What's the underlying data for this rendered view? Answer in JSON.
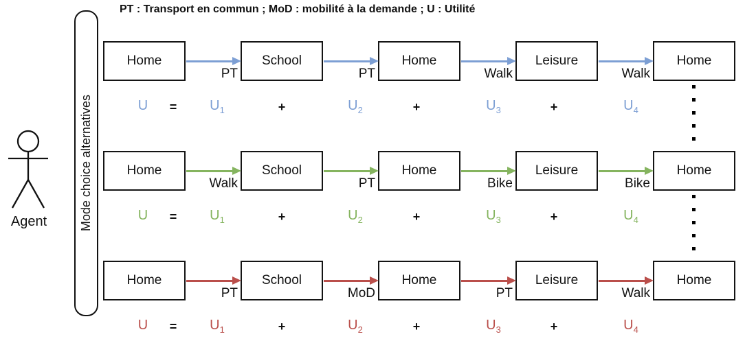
{
  "legend": "PT : Transport en commun ; MoD : mobilité à la demande ; U : Utilité",
  "agent": {
    "label": "Agent"
  },
  "mode_panel": {
    "label": "Mode choice alternatives"
  },
  "colors": {
    "alternative1": "#7d9fd4",
    "alternative2": "#85b45f",
    "alternative3": "#ba4f4b",
    "box_border": "#141414",
    "text": "#111111"
  },
  "alternatives": [
    {
      "activities": [
        "Home",
        "School",
        "Home",
        "Leisure",
        "Home"
      ],
      "modes": [
        "PT",
        "PT",
        "Walk",
        "Walk"
      ],
      "utility": {
        "lhs": "U",
        "equals": "=",
        "plus": "+",
        "terms": [
          {
            "base": "U",
            "sub": "1"
          },
          {
            "base": "U",
            "sub": "2"
          },
          {
            "base": "U",
            "sub": "3"
          },
          {
            "base": "U",
            "sub": "4"
          }
        ]
      }
    },
    {
      "activities": [
        "Home",
        "School",
        "Home",
        "Leisure",
        "Home"
      ],
      "modes": [
        "Walk",
        "PT",
        "Bike",
        "Bike"
      ],
      "utility": {
        "lhs": "U",
        "equals": "=",
        "plus": "+",
        "terms": [
          {
            "base": "U",
            "sub": "1"
          },
          {
            "base": "U",
            "sub": "2"
          },
          {
            "base": "U",
            "sub": "3"
          },
          {
            "base": "U",
            "sub": "4"
          }
        ]
      }
    },
    {
      "activities": [
        "Home",
        "School",
        "Home",
        "Leisure",
        "Home"
      ],
      "modes": [
        "PT",
        "MoD",
        "PT",
        "Walk"
      ],
      "utility": {
        "lhs": "U",
        "equals": "=",
        "plus": "+",
        "terms": [
          {
            "base": "U",
            "sub": "1"
          },
          {
            "base": "U",
            "sub": "2"
          },
          {
            "base": "U",
            "sub": "3"
          },
          {
            "base": "U",
            "sub": "4"
          }
        ]
      }
    }
  ]
}
